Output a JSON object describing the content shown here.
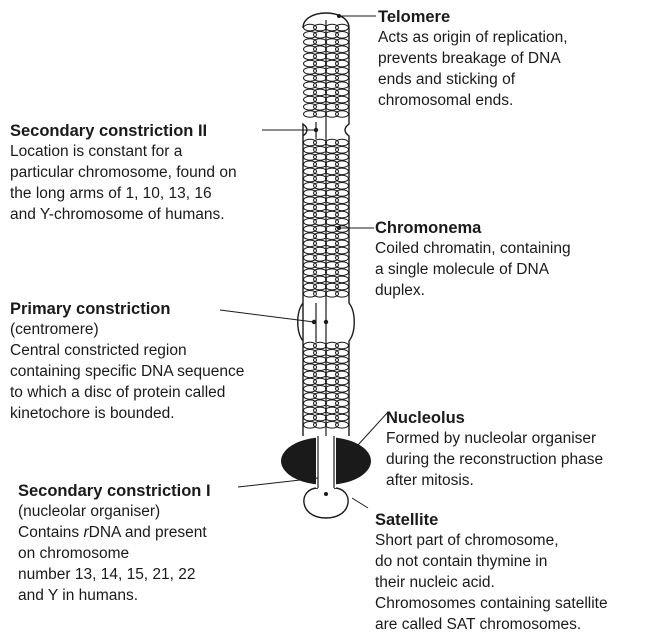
{
  "labels": {
    "telomere": {
      "title": "Telomere",
      "desc": "Acts as origin of replication,\nprevents breakage of DNA\nends and sticking of\nchromosomal ends."
    },
    "secondary_constriction_2": {
      "title": "Secondary constriction II",
      "desc": "Location is constant for a\nparticular chromosome, found on\nthe long arms of 1, 10, 13, 16\nand Y-chromosome of humans."
    },
    "chromonema": {
      "title": "Chromonema",
      "desc": "Coiled chromatin, containing\na single molecule of DNA\nduplex."
    },
    "primary_constriction": {
      "title": "Primary constriction",
      "sub": "(centromere)",
      "desc": "Central constricted region\ncontaining specific DNA sequence\nto which a disc of protein called\nkinetochore is bounded."
    },
    "nucleolus": {
      "title": "Nucleolus",
      "desc": "Formed by nucleolar organiser\nduring the reconstruction phase\nafter mitosis."
    },
    "secondary_constriction_1": {
      "title": "Secondary constriction I",
      "sub": "(nucleolar organiser)",
      "desc_italic": "r",
      "desc": "Contains rDNA and present\non chromosome\nnumber 13, 14, 15, 21, 22\nand Y in humans."
    },
    "satellite": {
      "title": "Satellite",
      "desc": "Short part of chromosome,\ndo not contain thymine in\ntheir nucleic acid.\nChromosomes containing satellite\nare called SAT chromosomes."
    }
  },
  "colors": {
    "line": "#1a1a1a",
    "nucleolus_fill": "#1a1a1a",
    "background": "#ffffff"
  }
}
